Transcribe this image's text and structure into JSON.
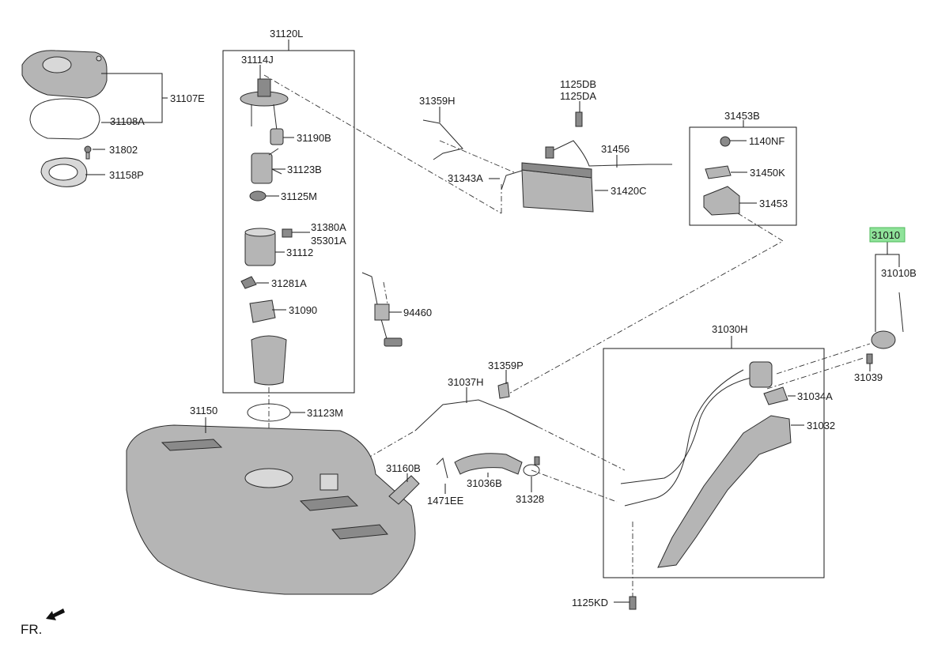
{
  "labels": {
    "l31120L": "31120L",
    "l31114J": "31114J",
    "l31107E": "31107E",
    "l31108A": "31108A",
    "l31802": "31802",
    "l31158P": "31158P",
    "l31190B": "31190B",
    "l31123B": "31123B",
    "l31125M": "31125M",
    "l31380A": "31380A",
    "l35301A": "35301A",
    "l31112": "31112",
    "l31281A": "31281A",
    "l31090": "31090",
    "l94460": "94460",
    "l31123M": "31123M",
    "l31150": "31150",
    "l31359H": "31359H",
    "l1125DB": "1125DB",
    "l1125DA": "1125DA",
    "l31456": "31456",
    "l31343A": "31343A",
    "l31420C": "31420C",
    "l31453B": "31453B",
    "l1140NF": "1140NF",
    "l31450K": "31450K",
    "l31453": "31453",
    "l31010": "31010",
    "l31010B": "31010B",
    "l31030H": "31030H",
    "l31039": "31039",
    "l31034A": "31034A",
    "l31032": "31032",
    "l31359P": "31359P",
    "l31037H": "31037H",
    "l31160B": "31160B",
    "l1471EE": "1471EE",
    "l31036B": "31036B",
    "l31328": "31328",
    "l1125KD": "1125KD",
    "fr": "FR."
  },
  "colors": {
    "highlight": "#8fe39a",
    "part_fill": "#b5b5b5",
    "line": "#1a1a1a"
  },
  "icons": {
    "fr_arrow": "front-direction-arrow-icon"
  }
}
